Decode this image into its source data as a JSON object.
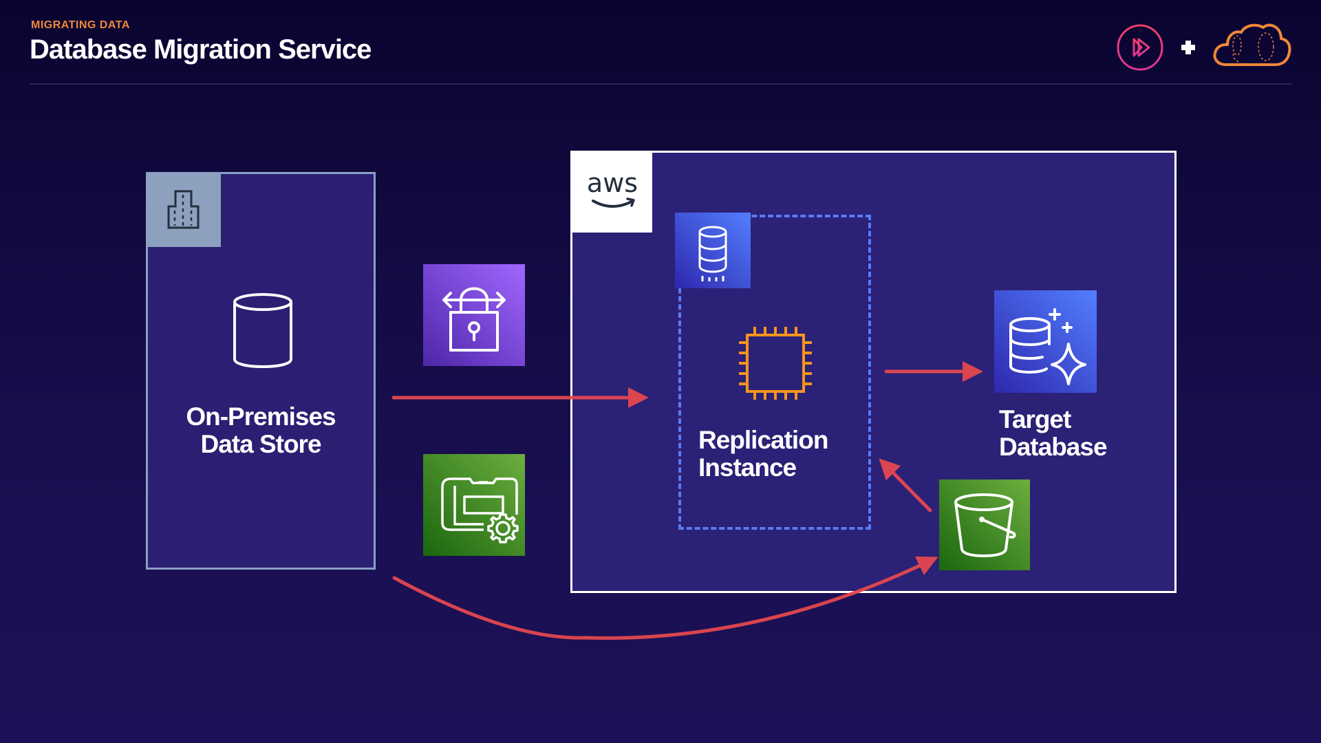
{
  "header": {
    "kicker": "MIGRATING DATA",
    "title": "Database Migration Service"
  },
  "branding": {
    "left_logo": "play-icon",
    "separator": "+",
    "right_logo": "cloud-icon",
    "colors": {
      "play_gradient_start": "#e8416b",
      "play_gradient_end": "#e0358f",
      "cloud": "#f0883a"
    }
  },
  "diagram": {
    "on_premises": {
      "corner_icon": "building-icon",
      "icon": "database-cylinder-icon",
      "label_line1": "On-Premises",
      "label_line2": "Data Store"
    },
    "transfer_options": [
      {
        "name": "vpn",
        "icon": "lock-arrows-icon",
        "color": "#8c4fff"
      },
      {
        "name": "snowball",
        "icon": "device-gear-icon",
        "color": "#3f8624"
      }
    ],
    "aws_cloud": {
      "logo_text": "aws",
      "dms_icon": "database-migration-icon",
      "replication_icon": "chip-icon",
      "replication_label_line1": "Replication",
      "replication_label_line2": "Instance",
      "target_icon": "database-sparkle-icon",
      "target_label_line1": "Target",
      "target_label_line2": "Database",
      "s3_icon": "bucket-icon"
    },
    "flows": [
      {
        "from": "On-Premises Data Store",
        "to": "Replication Instance"
      },
      {
        "from": "Replication Instance",
        "to": "Target Database"
      },
      {
        "from": "On-Premises Data Store",
        "to": "S3 Bucket"
      },
      {
        "from": "S3 Bucket",
        "to": "Replication Instance"
      }
    ],
    "colors": {
      "arrow": "#e5474f",
      "dashed_border": "#5a7bef",
      "aws_border": "#ffffff"
    }
  }
}
